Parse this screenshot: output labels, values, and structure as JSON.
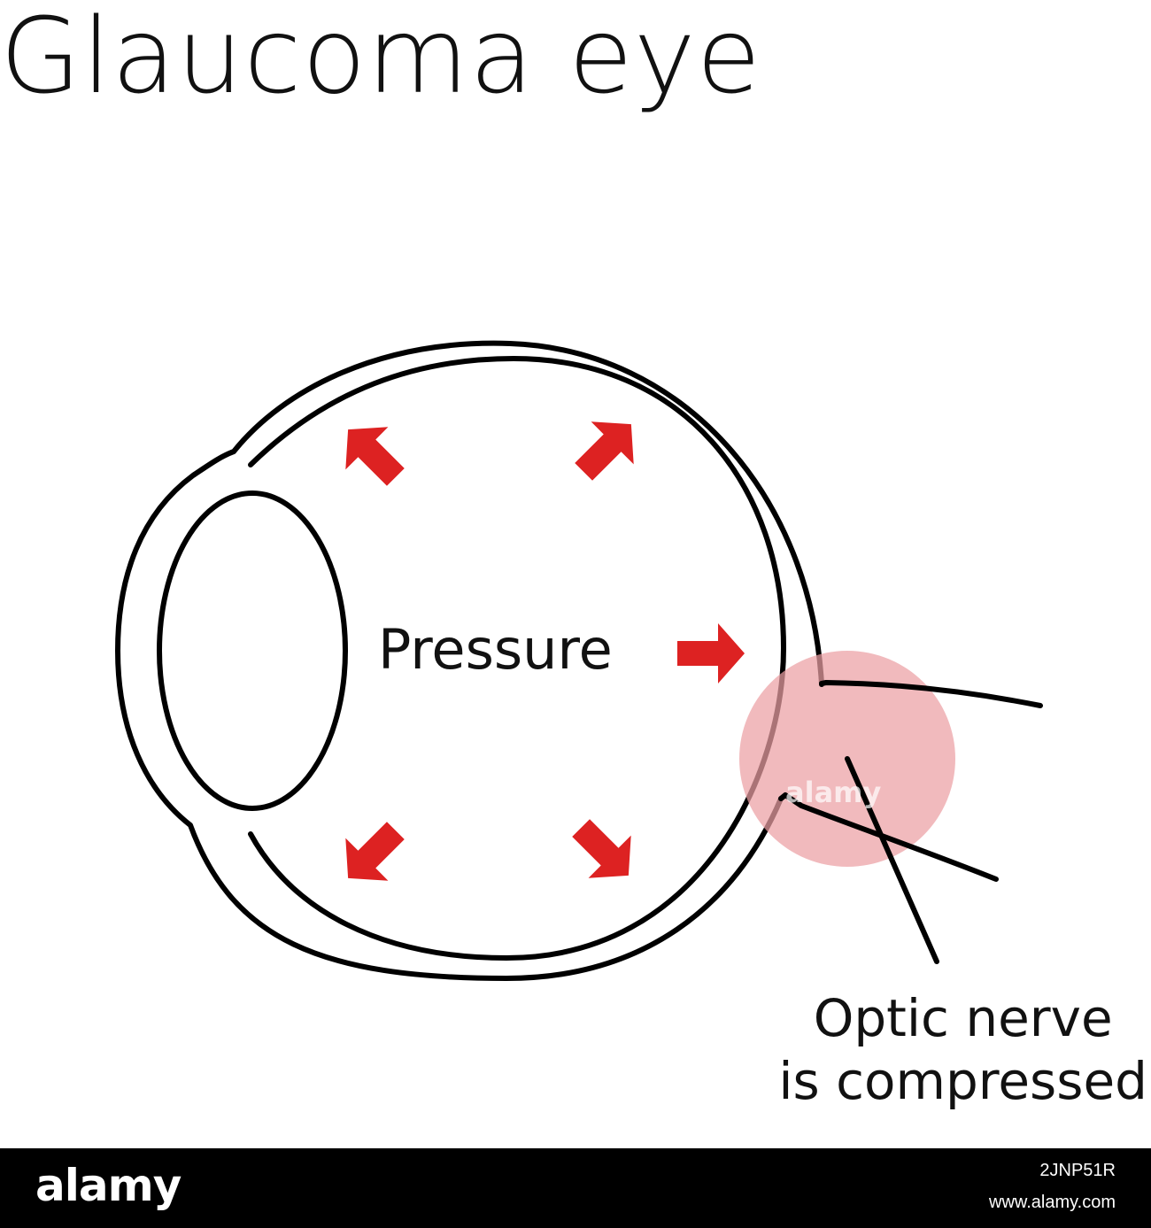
{
  "title": "Glaucoma eye",
  "labels": {
    "pressure": "Pressure",
    "callout_line1": "Optic nerve",
    "callout_line2": "is compressed"
  },
  "colors": {
    "stroke": "#000000",
    "arrow": "#dd2222",
    "highlight": "#eb9fa3"
  },
  "watermark": "alamy",
  "footer": {
    "logo": "alamy",
    "image_id": "2JNP51R",
    "url": "www.alamy.com"
  }
}
